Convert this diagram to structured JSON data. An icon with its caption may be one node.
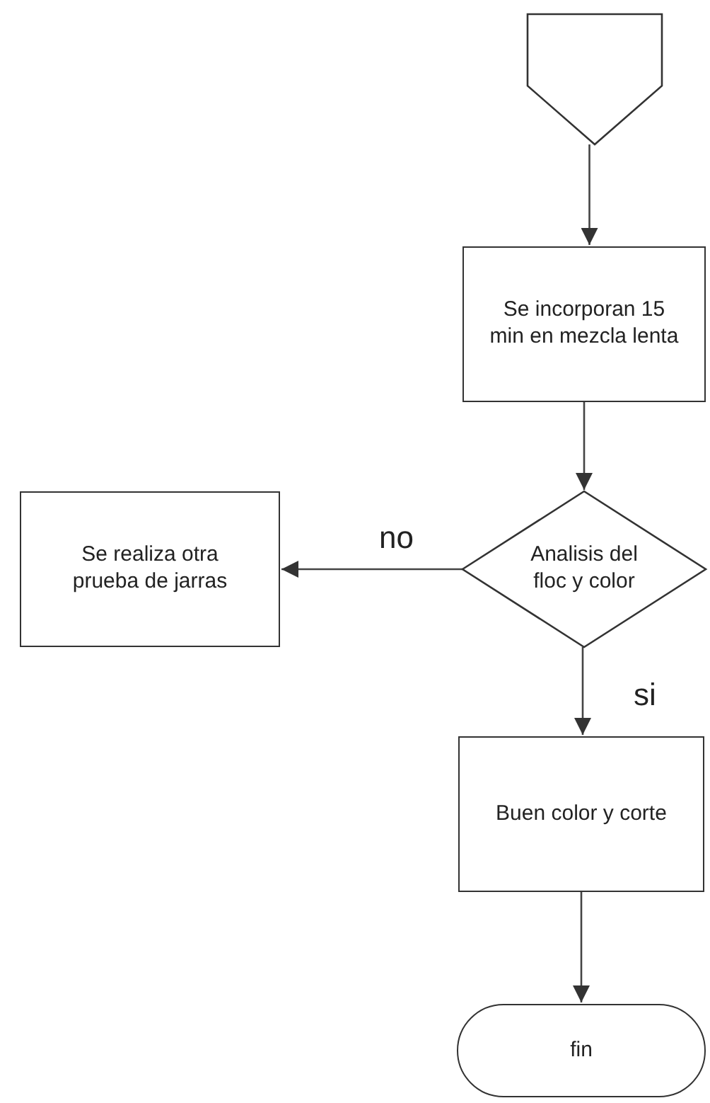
{
  "diagram": {
    "nodes": [
      {
        "text": [],
        "shape": "pentagon"
      },
      {
        "text": [
          "Se incorporan 15 min en mezcla lenta"
        ]
      },
      {
        "text": [
          "Analisis del floc y color"
        ]
      },
      {
        "text": [
          "Se realiza otra prueba de jarras"
        ]
      },
      {
        "text": [
          "Buen color y corte"
        ]
      },
      {
        "text": [
          "fin"
        ]
      }
    ],
    "edges": [
      {
        "from": 0,
        "to": 1,
        "arrow": "to"
      },
      {
        "from": 1,
        "to": 2,
        "arrow": "to"
      },
      {
        "from": 2,
        "to": 3,
        "arrow": "to",
        "label": "no"
      },
      {
        "from": 2,
        "to": 4,
        "arrow": "to",
        "label": "si"
      },
      {
        "from": 4,
        "to": 5,
        "arrow": "to"
      }
    ]
  }
}
